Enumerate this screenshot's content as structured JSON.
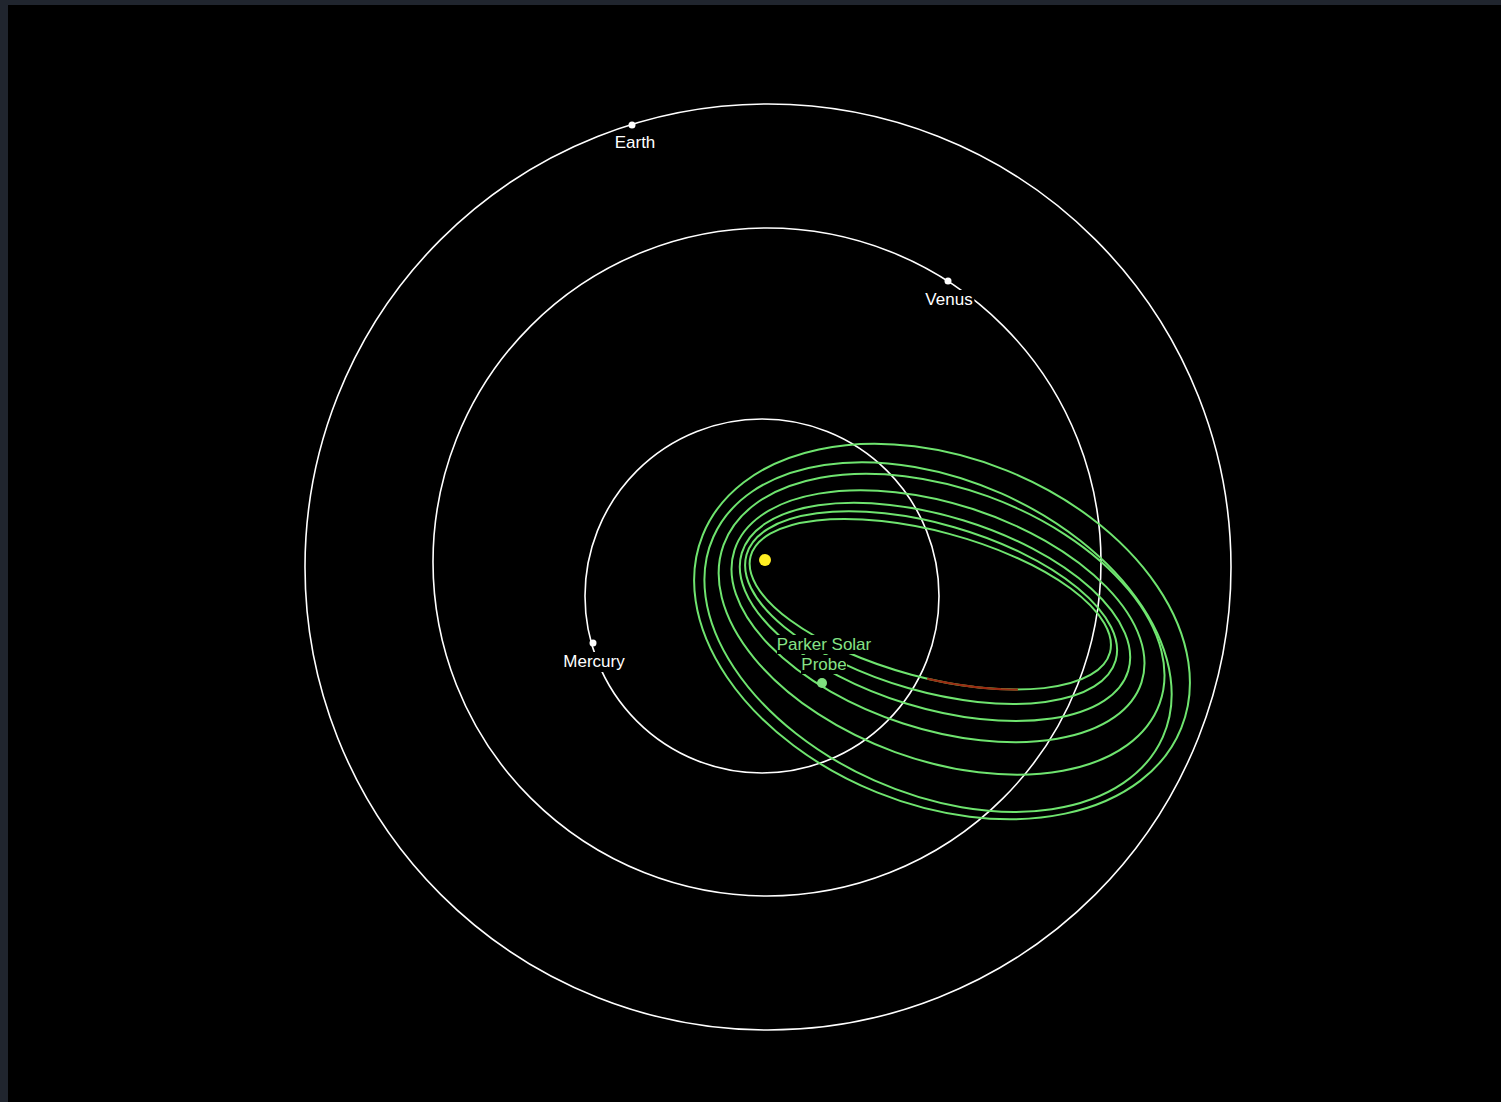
{
  "diagram": {
    "labels": [
      "Earth",
      "Venus",
      "Mercury",
      "Parker Solar Probe"
    ]
  }
}
